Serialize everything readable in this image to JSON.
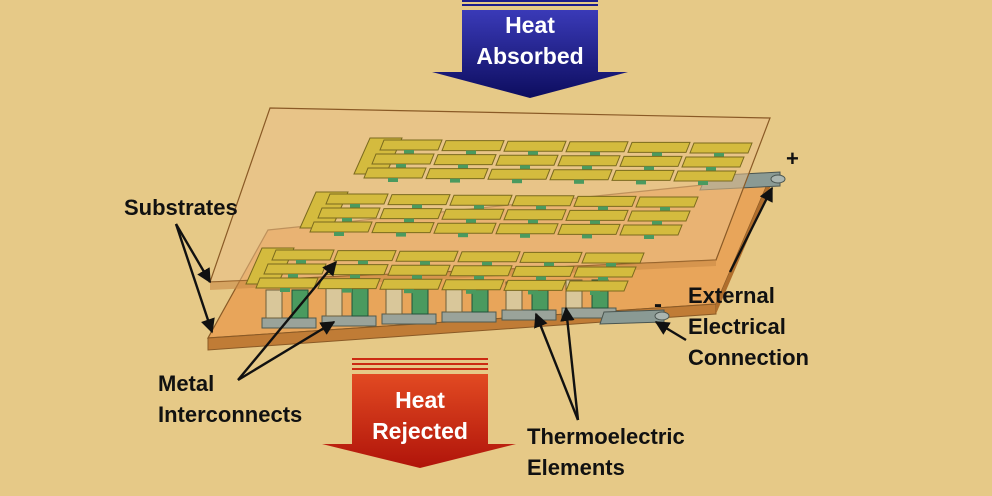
{
  "arrows": {
    "absorbed": {
      "line1": "Heat",
      "line2": "Absorbed",
      "color": "#1c1c8a"
    },
    "rejected": {
      "line1": "Heat",
      "line2": "Rejected",
      "color": "#cc2a12"
    }
  },
  "labels": {
    "substrates": "Substrates",
    "metal_line1": "Metal",
    "metal_line2": "Interconnects",
    "external_line1": "External",
    "external_line2": "Electrical",
    "external_line3": "Connection",
    "thermo_line1": "Thermoelectric",
    "thermo_line2": "Elements"
  },
  "terminals": {
    "positive": "+",
    "negative": "-"
  },
  "colors": {
    "background": "#e6c987",
    "substrate": "#e8a55a",
    "metal": "#d4bb3e",
    "element": "#4a9a5f"
  }
}
